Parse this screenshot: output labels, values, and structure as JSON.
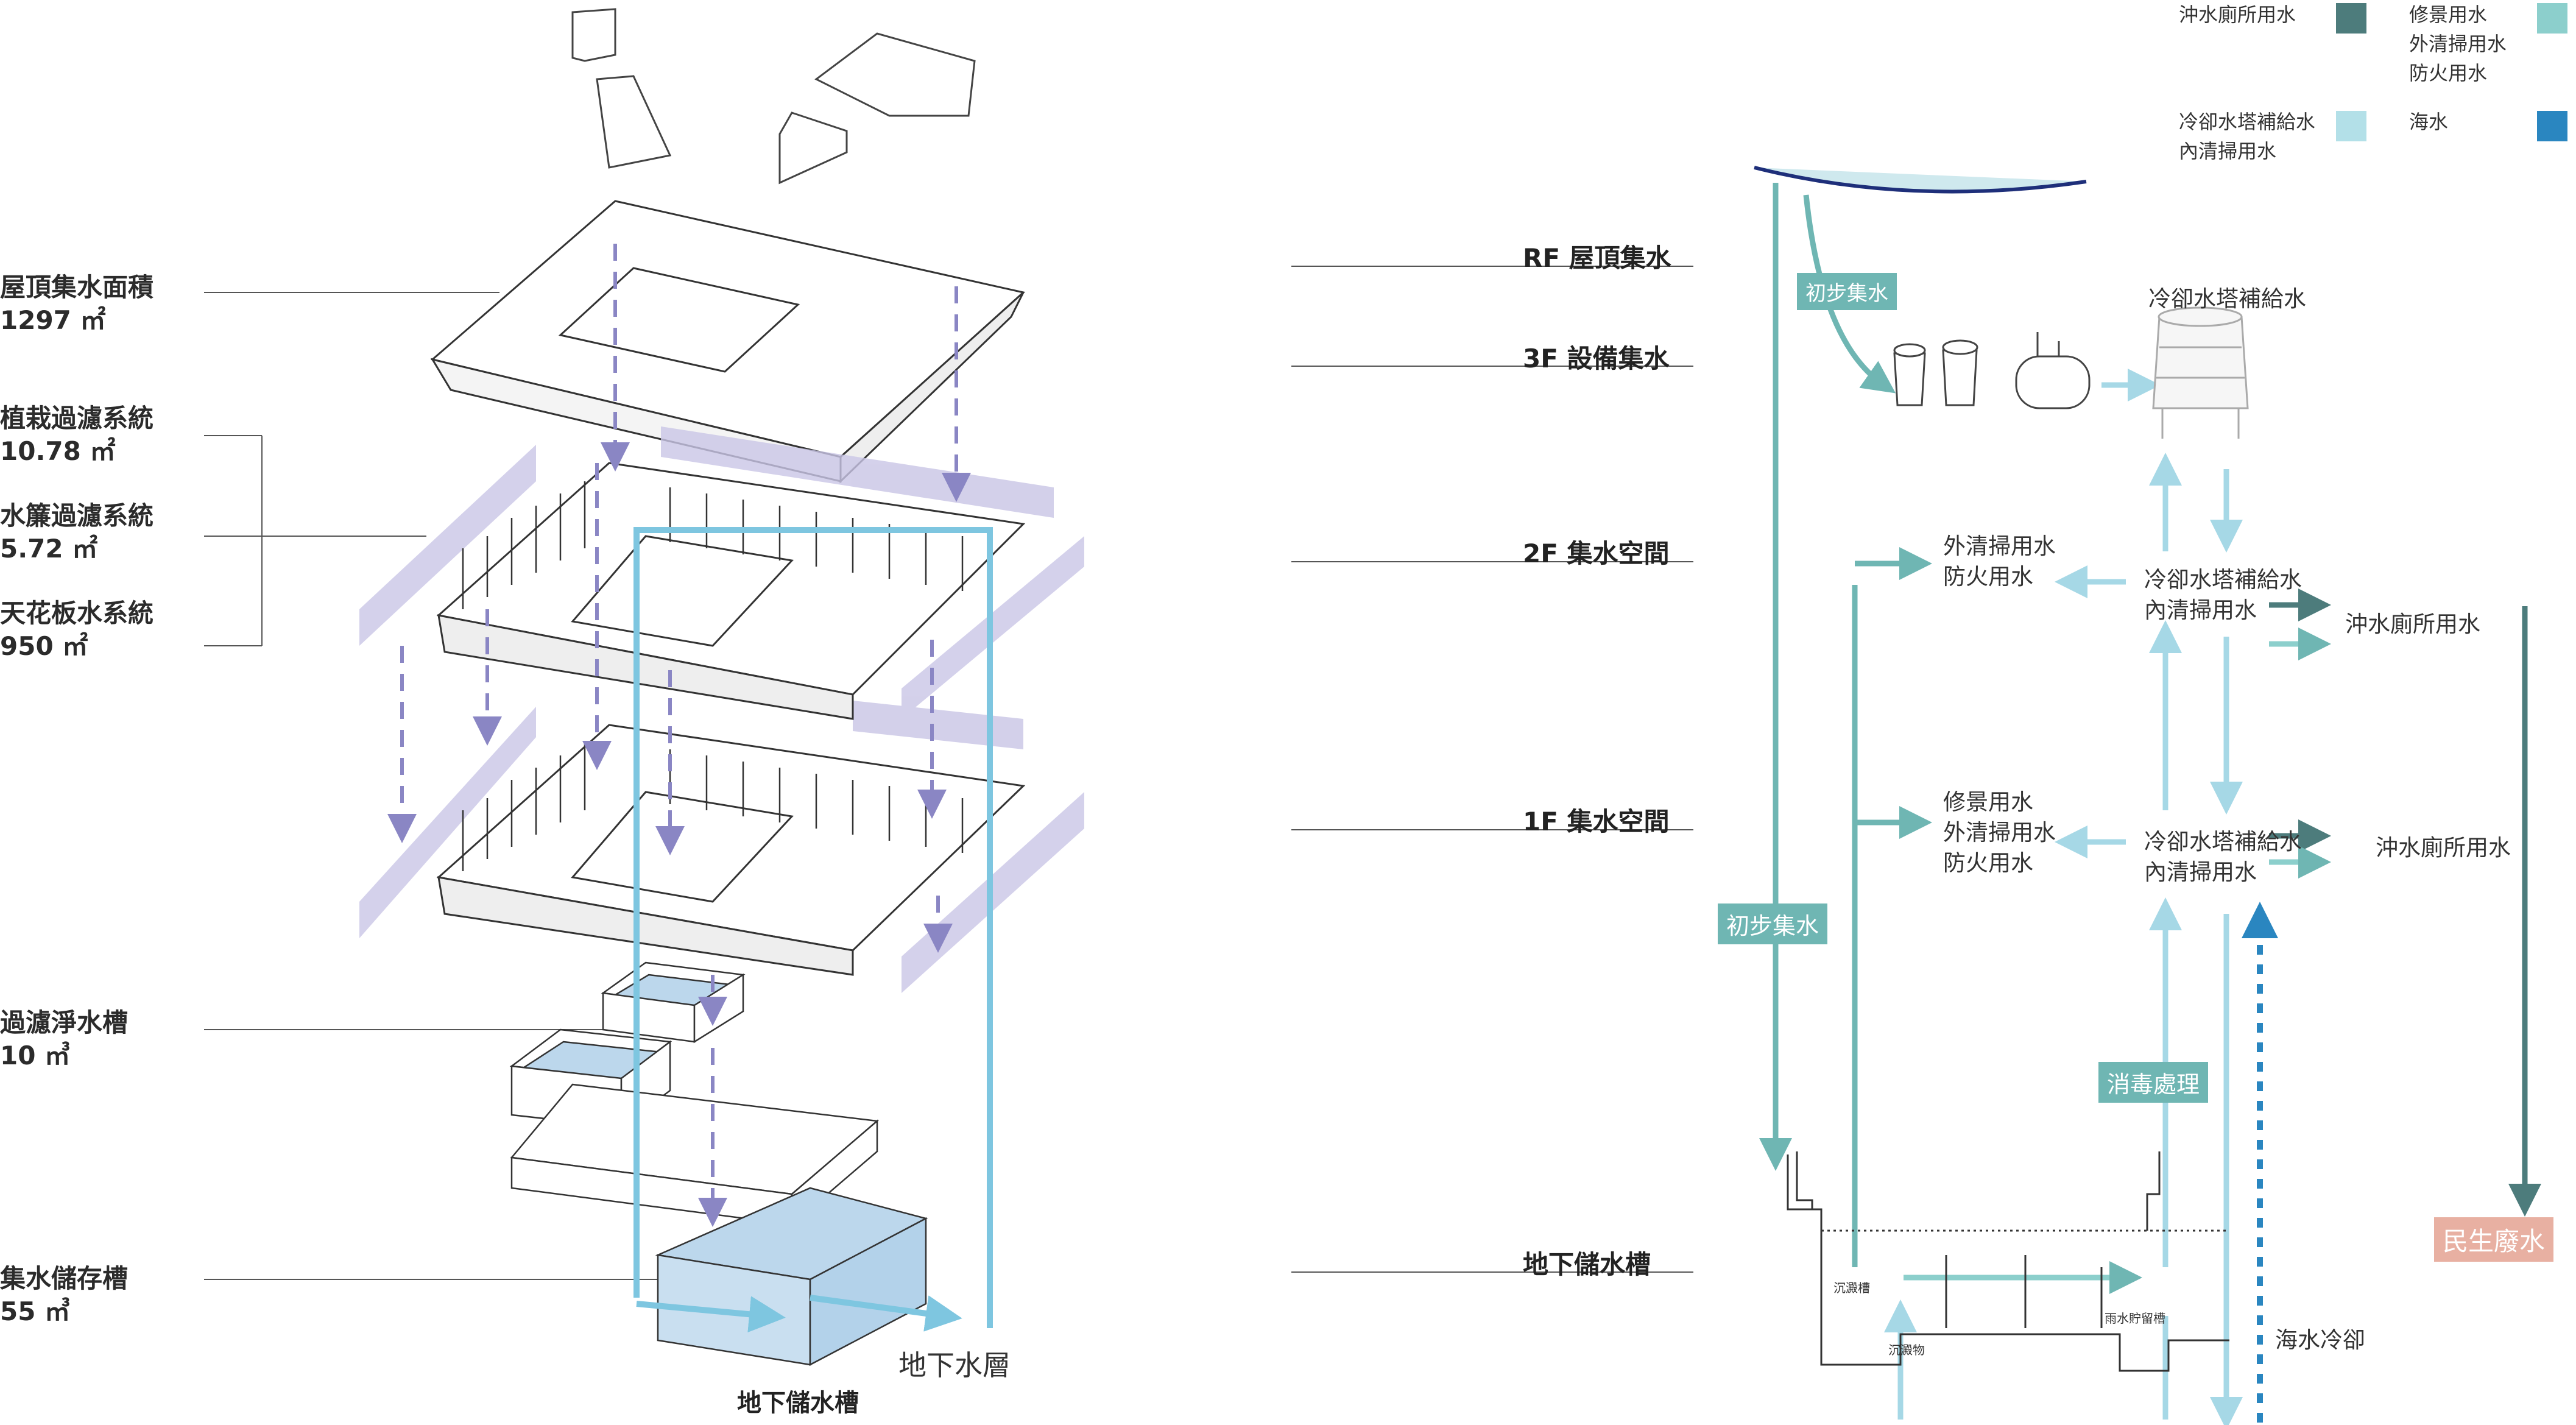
{
  "legend": [
    {
      "lines": [
        "沖水廁所用水"
      ],
      "color": "#4d7c7c"
    },
    {
      "lines": [
        "修景用水",
        "外清掃用水",
        "防火用水"
      ],
      "color": "#8ccfcc"
    },
    {
      "lines": [
        "冷卻水塔補給水",
        "內清掃用水"
      ],
      "color": "#b3e0e8"
    },
    {
      "lines": [
        "海水"
      ],
      "color": "#2a86c0"
    }
  ],
  "left_labels": [
    {
      "title": "屋頂集水面積",
      "value": "1297 ㎡"
    },
    {
      "title": "植栽過濾系統",
      "value": "10.78 ㎡"
    },
    {
      "title": "水簾過濾系統",
      "value": "5.72 ㎡"
    },
    {
      "title": "天花板水系統",
      "value": "950 ㎡"
    },
    {
      "title": "過濾淨水槽",
      "value": "10 ㎥"
    },
    {
      "title": "集水儲存槽",
      "value": "55 ㎥"
    }
  ],
  "levels": [
    "RF  屋頂集水",
    "3F  設備集水",
    "2F  集水空間",
    "1F  集水空間",
    "地下儲水槽"
  ],
  "bottom_labels": {
    "groundwater": "地下水層",
    "tank": "地下儲水槽"
  },
  "flow": {
    "initial_small": "初步集水",
    "initial_big": "初步集水",
    "disinfect": "消毒處理",
    "wastewater": "民生廢水",
    "cooling_tower": "冷卻水塔補給水",
    "f2_left": [
      "外清掃用水",
      "防火用水"
    ],
    "f2_center": [
      "冷卻水塔補給水",
      "內清掃用水"
    ],
    "f2_right": "沖水廁所用水",
    "f1_left": [
      "修景用水",
      "外清掃用水",
      "防火用水"
    ],
    "f1_center": [
      "冷卻水塔補給水",
      "內清掃用水"
    ],
    "f1_right": "沖水廁所用水",
    "seawater_cooling": "海水冷卻",
    "tank_labels": [
      "沉澱槽",
      "雨水貯留槽",
      "沉澱物"
    ]
  }
}
